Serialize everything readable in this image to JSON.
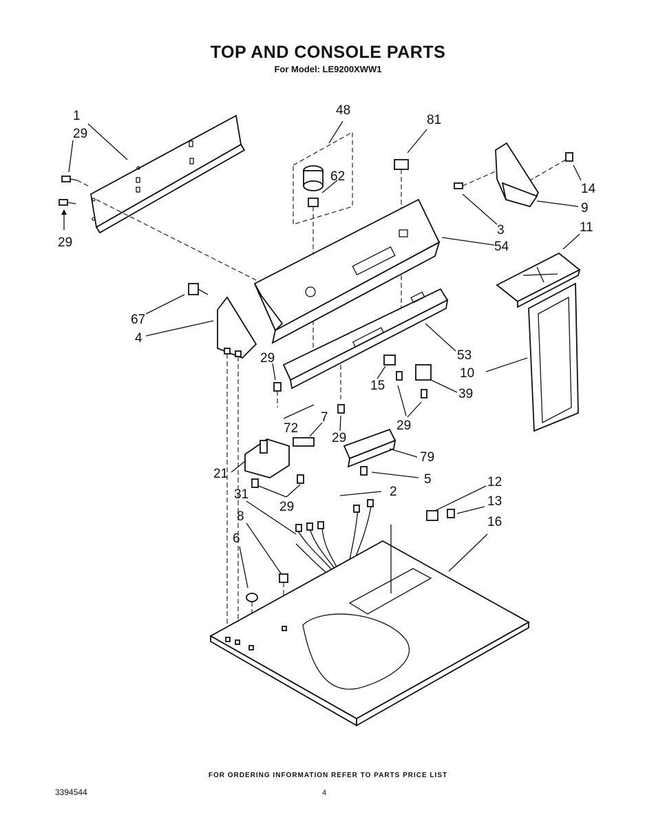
{
  "header": {
    "title": "TOP AND CONSOLE PARTS",
    "subtitle": "For Model: LE9200XWW1"
  },
  "callouts": {
    "c1": "1",
    "c29a": "29",
    "c29b": "29",
    "c48": "48",
    "c62": "62",
    "c81": "81",
    "c14": "14",
    "c9": "9",
    "c3": "3",
    "c54": "54",
    "c11": "11",
    "c67": "67",
    "c4": "4",
    "c29c": "29",
    "c72": "72",
    "c7": "7",
    "c29d": "29",
    "c15": "15",
    "c29e": "29",
    "c39": "39",
    "c53": "53",
    "c10": "10",
    "c79": "79",
    "c5": "5",
    "c21": "21",
    "c29f": "29",
    "c31": "31",
    "c2": "2",
    "c12": "12",
    "c13": "13",
    "c16": "16",
    "c8": "8",
    "c6": "6"
  },
  "footer": {
    "ordering_note": "FOR ORDERING INFORMATION REFER TO PARTS PRICE LIST",
    "doc_number": "3394544",
    "page_number": "4"
  }
}
